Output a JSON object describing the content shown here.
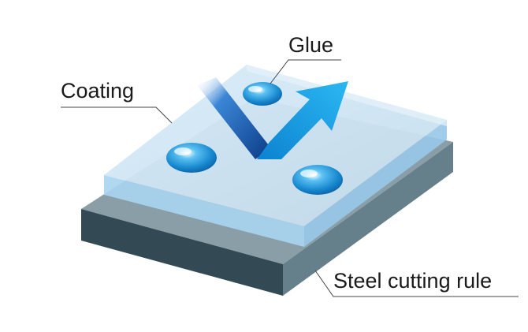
{
  "labels": {
    "glue": "Glue",
    "coating": "Coating",
    "steel": "Steel cutting rule"
  },
  "colors": {
    "steel_top": "#8a9ea8",
    "steel_left": "#334a55",
    "steel_right": "#66808b",
    "coating_top": "#cde3f1",
    "coating_edge": "#a9d4f0",
    "arrow_out": "#14a3e6",
    "arrow_in": "#0b3d8a",
    "glue": "#1aa0e0"
  }
}
